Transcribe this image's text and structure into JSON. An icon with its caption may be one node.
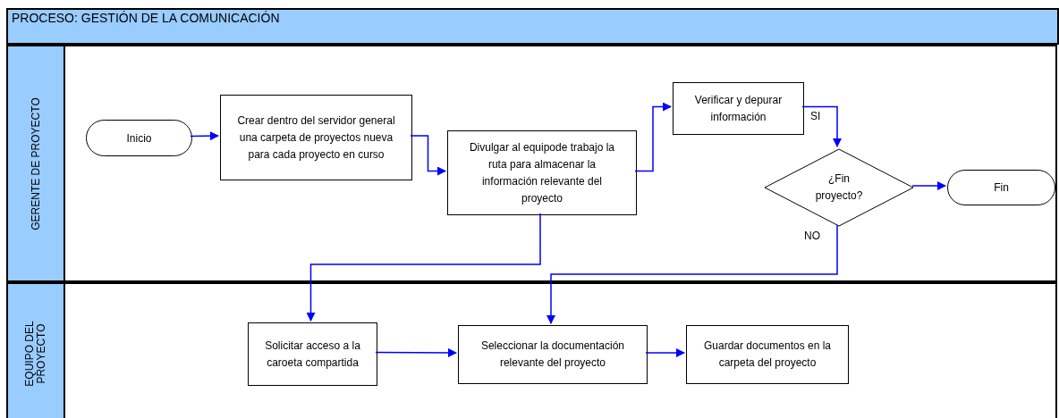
{
  "diagram": {
    "nodes": [
      {
        "text": [
          "PROCESO: GESTIÓN DE LA COMUNICACIÓN"
        ]
      },
      {
        "text": [],
        "shape": "bar"
      },
      {
        "text": [
          "GERENTE DE PROYECTO"
        ]
      },
      {
        "text": [
          "EQUIPO DEL PROYECTO"
        ]
      },
      {
        "text": [
          "Inicio"
        ],
        "in": 2
      },
      {
        "text": [
          "Crear dentro del servidor general una carpeta de proyectos nueva para cada proyecto en curso"
        ],
        "in": 2
      },
      {
        "text": [
          "Divulgar al equipode trabajo la ruta para almacenar la información relevante del proyecto"
        ],
        "in": 2
      },
      {
        "text": [
          "Verificar y depurar información"
        ],
        "in": 2
      },
      {
        "text": [
          "¿Fin proyecto?"
        ],
        "in": 2
      },
      {
        "text": [
          "Fin"
        ],
        "in": 2
      },
      {
        "text": [
          "Solicitar acceso a la caroeta compartida"
        ],
        "in": 3
      },
      {
        "text": [
          "Seleccionar la documentación relevante del proyecto"
        ],
        "in": 3
      },
      {
        "text": [
          "Guardar documentos en la carpeta del proyecto"
        ],
        "in": 3
      }
    ],
    "edges": [
      {
        "from": 4,
        "to": 5,
        "arrow": "to"
      },
      {
        "from": 5,
        "to": 6,
        "arrow": "to"
      },
      {
        "from": 6,
        "to": 7,
        "arrow": "to"
      },
      {
        "from": 7,
        "to": 8,
        "arrow": "to",
        "label": "SI"
      },
      {
        "from": 8,
        "to": 9,
        "arrow": "to"
      },
      {
        "from": 6,
        "to": 10,
        "arrow": "to"
      },
      {
        "from": 8,
        "to": 11,
        "arrow": "to",
        "label": "NO"
      },
      {
        "from": 10,
        "to": 11,
        "arrow": "to"
      },
      {
        "from": 11,
        "to": 12,
        "arrow": "to"
      }
    ]
  }
}
